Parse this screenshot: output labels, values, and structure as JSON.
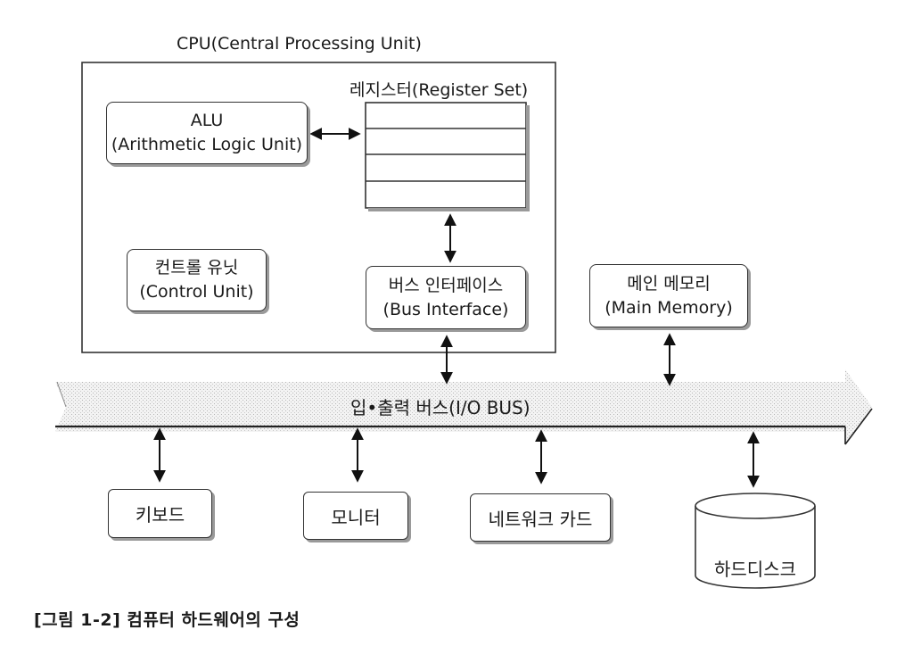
{
  "cpu": {
    "title": "CPU(Central Processing Unit)",
    "register_title": "레지스터(Register Set)",
    "register_rows": 4,
    "alu": {
      "line1": "ALU",
      "line2": "(Arithmetic Logic Unit)"
    },
    "control_unit": {
      "line1": "컨트롤 유닛",
      "line2": "(Control Unit)"
    },
    "bus_interface": {
      "line1": "버스 인터페이스",
      "line2": "(Bus Interface)"
    }
  },
  "main_memory": {
    "line1": "메인 메모리",
    "line2": "(Main Memory)"
  },
  "io_bus": {
    "label": "입•출력 버스(I/O  BUS)"
  },
  "devices": {
    "keyboard": "키보드",
    "monitor": "모니터",
    "network_card": "네트워크 카드",
    "hard_disk": "하드디스크"
  },
  "caption": "[그림 1-2] 컴퓨터 하드웨어의 구성"
}
